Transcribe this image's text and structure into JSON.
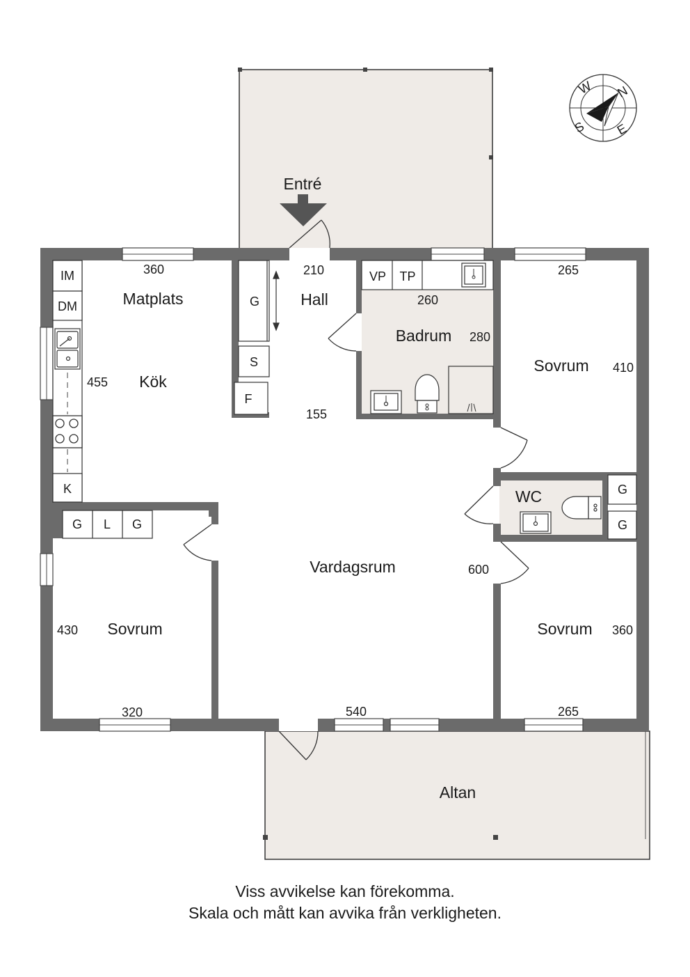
{
  "entrance": {
    "label": "Entré"
  },
  "compass": {
    "n": "N",
    "e": "E",
    "s": "S",
    "w": "W"
  },
  "rooms": {
    "matplats": "Matplats",
    "kok": "Kök",
    "hall": "Hall",
    "badrum": "Badrum",
    "sovrum_ne": "Sovrum",
    "wc": "WC",
    "vardagsrum": "Vardagsrum",
    "sovrum_sw": "Sovrum",
    "sovrum_se": "Sovrum",
    "altan": "Altan"
  },
  "dimensions": {
    "kitchen_width": "360",
    "kitchen_depth": "455",
    "hall_width": "210",
    "hall_depth": "155",
    "bath_width": "260",
    "bath_depth": "280",
    "bed_ne_width": "265",
    "bed_ne_depth": "410",
    "living_depth": "600",
    "living_width": "540",
    "bed_sw_depth": "430",
    "bed_sw_width": "320",
    "bed_se_depth": "360",
    "bed_se_width": "265"
  },
  "fixtures": {
    "im": "IM",
    "dm": "DM",
    "k": "K",
    "hall_g": "G",
    "s": "S",
    "f": "F",
    "vp": "VP",
    "tp": "TP",
    "closet_g1": "G",
    "closet_l": "L",
    "closet_g2": "G",
    "wc_g1": "G",
    "wc_g2": "G"
  },
  "disclaimer": {
    "line1": "Viss avvikelse kan förekomma.",
    "line2": "Skala och mått kan avvika från verkligheten."
  },
  "colors": {
    "wall": "#6b6b6b",
    "outdoor_fill": "#efebe7",
    "wet_room_fill": "#efebe7",
    "line": "#333333"
  }
}
